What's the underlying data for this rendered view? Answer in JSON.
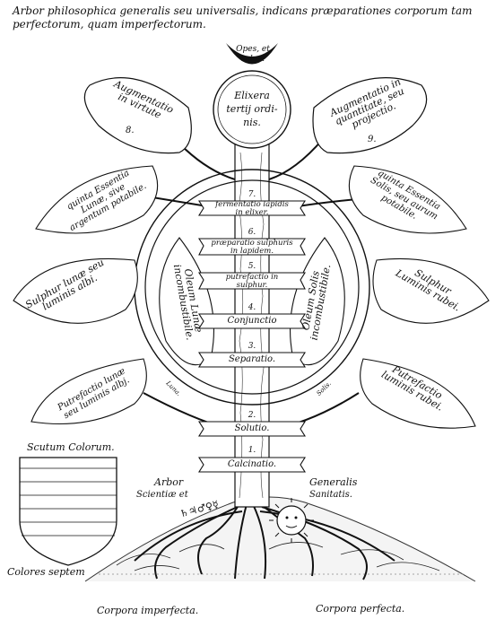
{
  "title": "Arbor philosophica generalis seu universalis, indicans præparationes corporum tam perfectorum, quam imperfectorum.",
  "top_moon_label": "Opes, et salus.",
  "elixir": {
    "line1": "Elixera",
    "line2": "tertij ordi-",
    "line3": "nis."
  },
  "leaves": {
    "aug_virtute": {
      "text": "Augmentatio in virtute",
      "num": "8."
    },
    "aug_quantitate": {
      "text": "Augmentatio in quantitate, seu projectio.",
      "num": "9."
    },
    "quinta_lunae": {
      "text": "quinta Essentia Lunæ, sive argentum potabile."
    },
    "quinta_solis": {
      "text": "quinta Essentia Solis, seu aurum potabile."
    },
    "sulphur_lunae": {
      "text": "Sulphur lunæ seu luminis albi."
    },
    "sulphur_luminis": {
      "text": "Sulphur Luminis rubei."
    },
    "putrefactio_lunae": {
      "text": "Putrefactio lunæ seu luminis albj."
    },
    "putrefactio_luminis": {
      "text": "Putrefactio luminis rubei."
    },
    "oleum_lunae": {
      "text": "Oleum Lunæ incombustibile."
    },
    "oleum_solis": {
      "text": "Oleum Solis incombustibile."
    }
  },
  "ring_labels": {
    "luna": "Luna.",
    "sol": "Solis."
  },
  "stages": [
    {
      "num": "7.",
      "label": "fermentatio lapidis in elixer."
    },
    {
      "num": "6.",
      "label": "præparatio sulphuris in lapidem."
    },
    {
      "num": "5.",
      "label": "putrefactio in sulphur."
    },
    {
      "num": "4.",
      "label": "Conjunctio"
    },
    {
      "num": "3.",
      "label": "Separatio."
    },
    {
      "num": "2.",
      "label": "Solutio."
    },
    {
      "num": "1.",
      "label": "Calcinatio."
    }
  ],
  "shield_title": "Scutum Colorum.",
  "shield_caption": "Colores septem",
  "arbor_left": {
    "line1": "Arbor",
    "line2": "Scientiæ et"
  },
  "arbor_right": {
    "line1": "Generalis",
    "line2": "Sanitatis."
  },
  "planet_symbols": "♄♃♂♀☿",
  "corpora_imperfecta": "Corpora imperfecta.",
  "corpora_perfecta": "Corpora perfecta."
}
